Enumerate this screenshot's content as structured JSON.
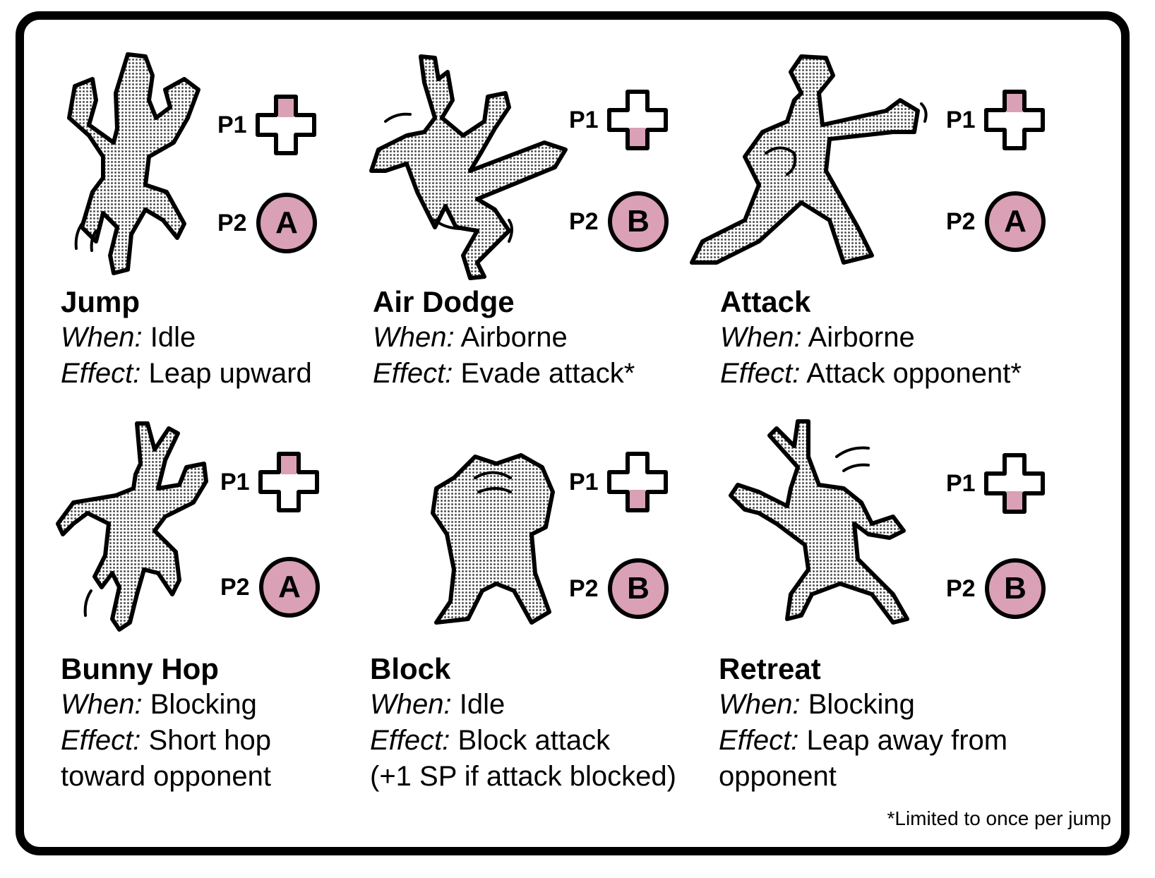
{
  "colors": {
    "accent": "#d9a0b6",
    "outline": "#000000",
    "body": "#c8c8c8"
  },
  "moves": [
    {
      "name": "Jump",
      "when_label": "When:",
      "when": "Idle",
      "effect_label": "Effect:",
      "effect": "Leap upward",
      "effect2": "",
      "p1_label": "P1",
      "p2_label": "P2",
      "dpad": "up",
      "button": "A",
      "pose": "jump"
    },
    {
      "name": "Air Dodge",
      "when_label": "When:",
      "when": "Airborne",
      "effect_label": "Effect:",
      "effect": "Evade attack*",
      "effect2": "",
      "p1_label": "P1",
      "p2_label": "P2",
      "dpad": "down",
      "button": "B",
      "pose": "dodge"
    },
    {
      "name": "Attack",
      "when_label": "When:",
      "when": "Airborne",
      "effect_label": "Effect:",
      "effect": "Attack opponent*",
      "effect2": "",
      "p1_label": "P1",
      "p2_label": "P2",
      "dpad": "up",
      "button": "A",
      "pose": "attack"
    },
    {
      "name": "Bunny Hop",
      "when_label": "When:",
      "when": "Blocking",
      "effect_label": "Effect:",
      "effect": "Short hop",
      "effect2": "toward opponent",
      "p1_label": "P1",
      "p2_label": "P2",
      "dpad": "up",
      "button": "A",
      "pose": "hop"
    },
    {
      "name": "Block",
      "when_label": "When:",
      "when": "Idle",
      "effect_label": "Effect:",
      "effect": "Block attack",
      "effect2": "(+1 SP if attack blocked)",
      "p1_label": "P1",
      "p2_label": "P2",
      "dpad": "down",
      "button": "B",
      "pose": "block"
    },
    {
      "name": "Retreat",
      "when_label": "When:",
      "when": "Blocking",
      "effect_label": "Effect:",
      "effect": "Leap away from",
      "effect2": "opponent",
      "p1_label": "P1",
      "p2_label": "P2",
      "dpad": "down",
      "button": "B",
      "pose": "retreat"
    }
  ],
  "footnote": "*Limited to once per jump"
}
